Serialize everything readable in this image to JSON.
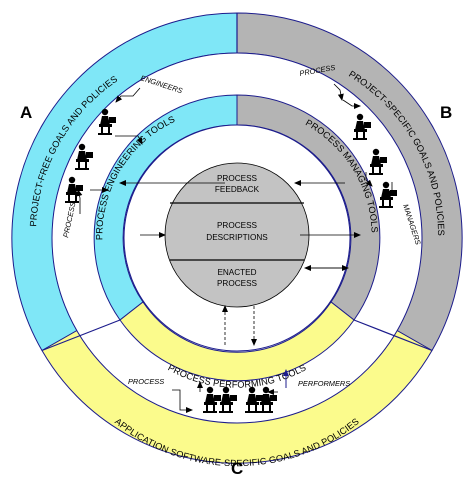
{
  "corners": {
    "a": "A",
    "b": "B",
    "c": "C"
  },
  "outer_ring": {
    "left": "PROJECT-FREE GOALS AND POLICIES",
    "right": "PROJECT-SPECIFIC GOALS AND POLICIES",
    "bottom": "APPLICATION SOFTWARE-SPECIFIC GOALS AND POLICIES"
  },
  "inner_ring": {
    "left": "PROCESS ENGINEERING TOOLS",
    "right": "PROCESS MANAGING TOOLS",
    "bottom": "PROCESS PERFORMING TOOLS"
  },
  "actors": {
    "engineers": "ENGINEERS",
    "managers": "MANAGERS",
    "performers": "PERFORMERS",
    "process_left": "PROCESS",
    "process_right": "PROCESS",
    "process_bottom": "PROCESS"
  },
  "center": {
    "feedback_line1": "PROCESS",
    "feedback_line2": "FEEDBACK",
    "descriptions_line1": "PROCESS",
    "descriptions_line2": "DESCRIPTIONS",
    "enacted_line1": "ENACTED",
    "enacted_line2": "PROCESS"
  },
  "colors": {
    "cyan": "#7fe7f7",
    "gray": "#b4b4b4",
    "yellow": "#fbfb8c",
    "center": "#c3c3c3",
    "divider": "#1c1c8c"
  }
}
